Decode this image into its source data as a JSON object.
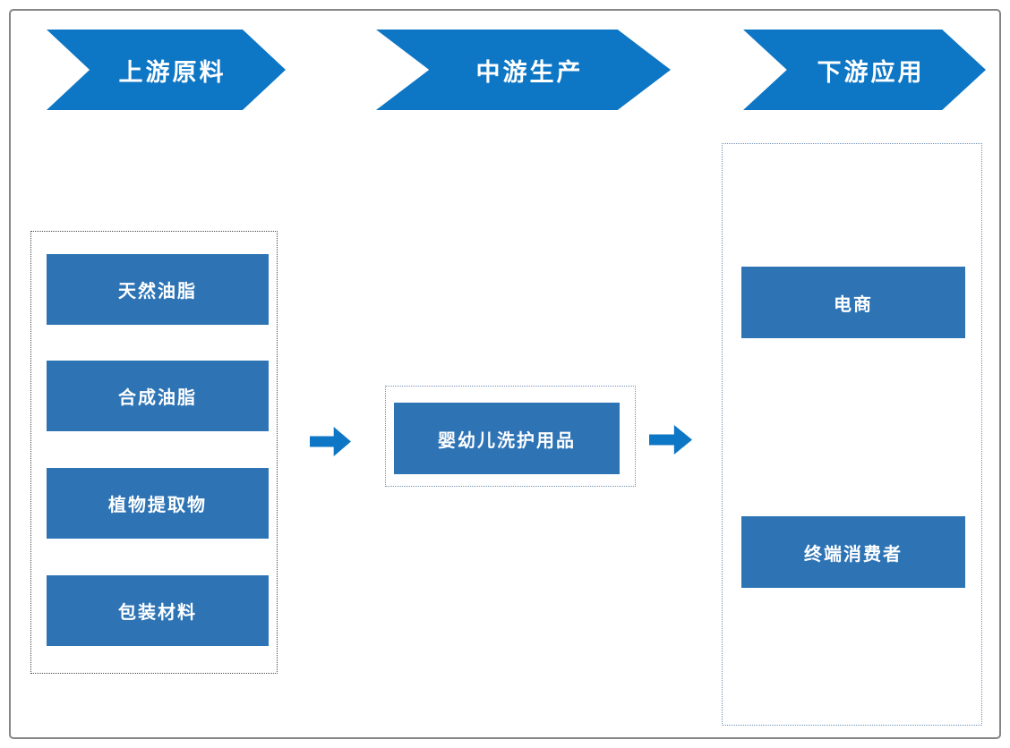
{
  "diagram": {
    "stages": [
      {
        "label": "上游原料"
      },
      {
        "label": "中游生产"
      },
      {
        "label": "下游应用"
      }
    ],
    "upstream": {
      "items": [
        "天然油脂",
        "合成油脂",
        "植物提取物",
        "包装材料"
      ]
    },
    "midstream": {
      "items": [
        "婴幼儿洗护用品"
      ]
    },
    "downstream": {
      "items": [
        "电商",
        "终端消费者"
      ]
    },
    "icons": {
      "flow_arrow": "right-arrow-icon"
    },
    "colors": {
      "stage_chevron": "#0d76c5",
      "item_box": "#2e74b5",
      "arrow": "#0d76c5",
      "panel_border_dark": "#4a4a4a",
      "panel_border_blue": "#7091b6",
      "frame_border": "#858585",
      "text": "#ffffff"
    }
  }
}
